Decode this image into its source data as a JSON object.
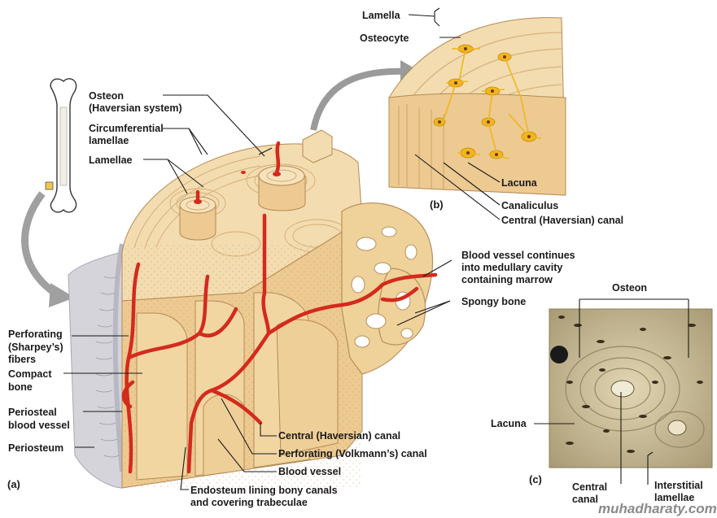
{
  "labels": {
    "osteon_a": "Osteon",
    "haversian_system": "(Haversian system)",
    "circumferential": "Circumferential",
    "lamellae_circ": "lamellae",
    "lamellae": "Lamellae",
    "lamella_b": "Lamella",
    "osteocyte": "Osteocyte",
    "lacuna_b": "Lacuna",
    "canaliculus": "Canaliculus",
    "central_canal_b": "Central (Haversian) canal",
    "blood_vessel_continues_1": "Blood vessel continues",
    "blood_vessel_continues_2": "into medullary cavity",
    "blood_vessel_continues_3": "containing marrow",
    "spongy_bone": "Spongy bone",
    "perforating_1": "Perforating",
    "perforating_2": "(Sharpey’s)",
    "perforating_3": "fibers",
    "compact_1": "Compact",
    "compact_2": "bone",
    "periosteal_1": "Periosteal",
    "periosteal_2": "blood vessel",
    "periosteum": "Periosteum",
    "central_canal_a": "Central (Haversian) canal",
    "volkmann": "Perforating (Volkmann’s) canal",
    "blood_vessel": "Blood vessel",
    "endosteum_1": "Endosteum lining bony canals",
    "endosteum_2": "and covering trabeculae",
    "osteon_c": "Osteon",
    "lacuna_c": "Lacuna",
    "central_c_1": "Central",
    "central_c_2": "canal",
    "interstitial_1": "Interstitial",
    "interstitial_2": "lamellae"
  },
  "panels": {
    "a": "(a)",
    "b": "(b)",
    "c": "(c)"
  },
  "watermark": "muhadharaty.com",
  "colors": {
    "bone_light": "#f3dcb0",
    "bone_mid": "#e7c48c",
    "bone_dark": "#c9a06a",
    "vessel": "#d42a1e",
    "osteocyte": "#f2b61c",
    "periosteum": "#cfcfd4",
    "arrow": "#9a9a9a",
    "micro_bg": "#bfb08c"
  }
}
